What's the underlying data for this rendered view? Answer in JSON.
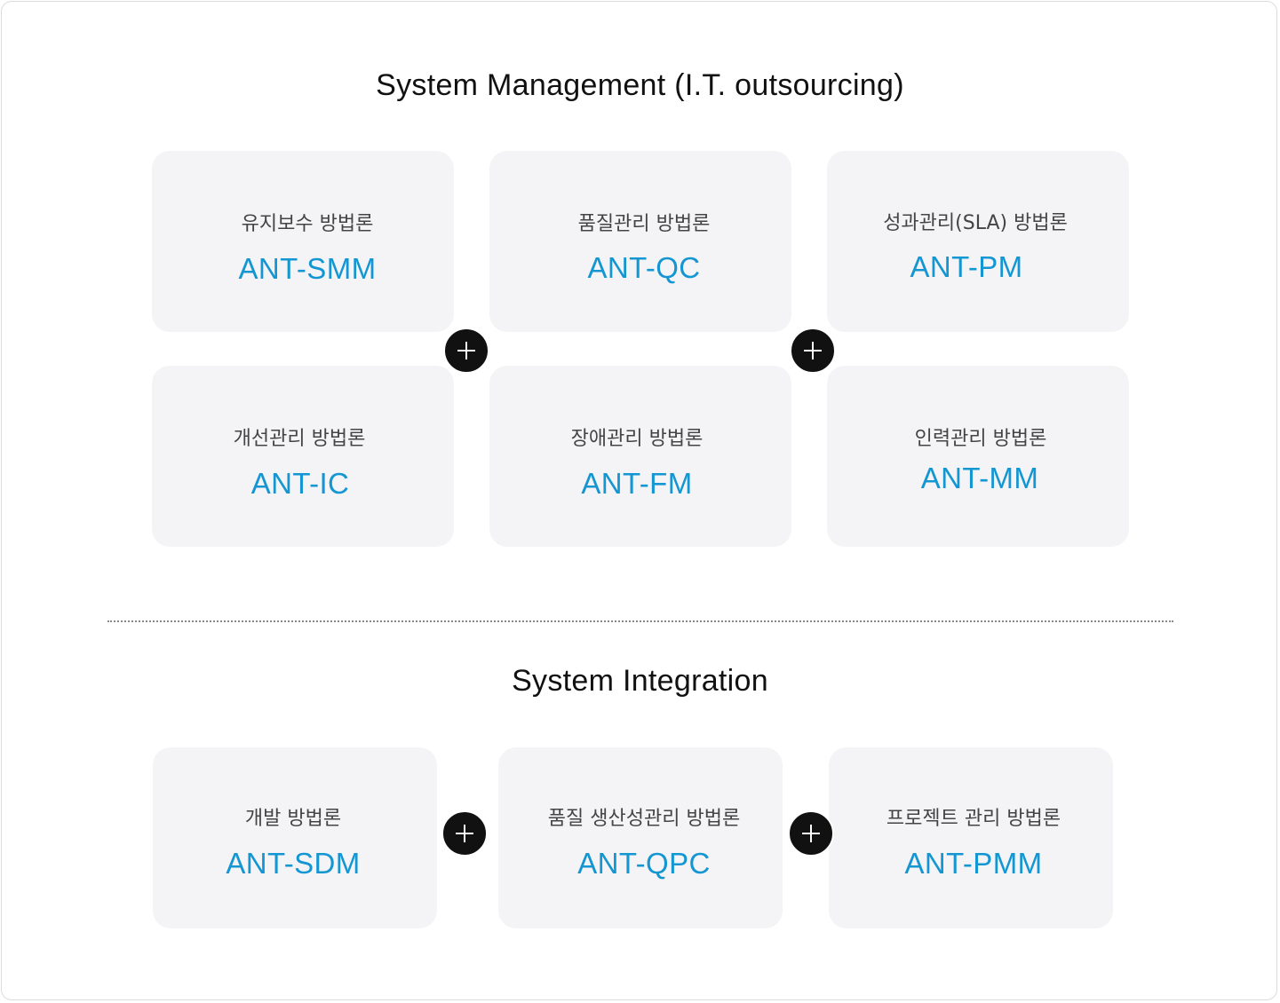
{
  "system_management": {
    "title": "System Management (I.T. outsourcing)",
    "cards": [
      {
        "label": "유지보수 방법론",
        "code": "ANT-SMM"
      },
      {
        "label": "품질관리 방법론",
        "code": "ANT-QC"
      },
      {
        "label": "성과관리(SLA) 방법론",
        "code": "ANT-PM"
      },
      {
        "label": "개선관리 방법론",
        "code": "ANT-IC"
      },
      {
        "label": "장애관리 방법론",
        "code": "ANT-FM"
      },
      {
        "label": "인력관리 방법론",
        "code": "ANT-MM"
      }
    ]
  },
  "system_integration": {
    "title": "System Integration",
    "cards": [
      {
        "label": "개발 방법론",
        "code": "ANT-SDM"
      },
      {
        "label": "품질 생산성관리 방법론",
        "code": "ANT-QPC"
      },
      {
        "label": "프로젝트 관리 방법론",
        "code": "ANT-PMM"
      }
    ]
  },
  "icons": {
    "connector": "plus-icon"
  },
  "colors": {
    "accent": "#1496d2",
    "card_background": "#f4f4f6",
    "plus_circle": "#111111"
  }
}
